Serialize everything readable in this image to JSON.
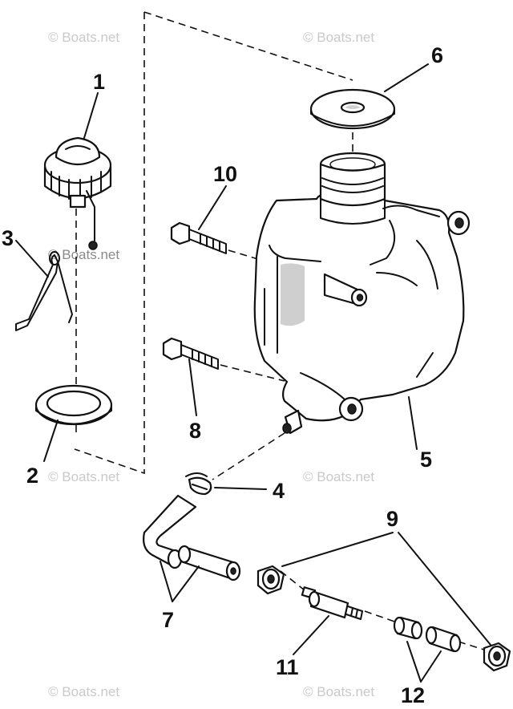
{
  "watermark": "© Boats.net",
  "callouts": [
    "1",
    "2",
    "3",
    "4",
    "5",
    "6",
    "7",
    "8",
    "9",
    "10",
    "11",
    "12"
  ]
}
